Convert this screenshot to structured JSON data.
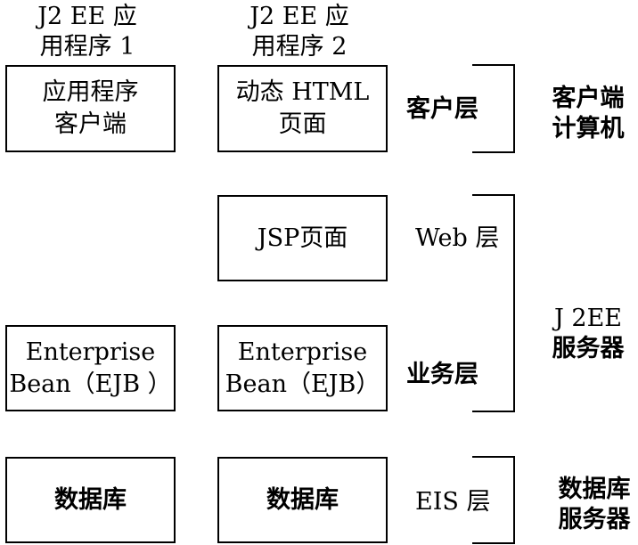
{
  "headers": {
    "app1": {
      "line1": "J2 EE 应",
      "line2": "用程序 1"
    },
    "app2": {
      "line1": "J2 EE 应",
      "line2": "用程序 2"
    }
  },
  "boxes": {
    "client_app": {
      "line1": "应用程序",
      "line2": "客户端"
    },
    "dynamic_html": {
      "line1": "动态 HTML",
      "line2": "页面"
    },
    "jsp_page": {
      "line1": "JSP页面"
    },
    "ejb_left": {
      "line1": "Enterprise",
      "line2": "Bean（EJB ）"
    },
    "ejb_right": {
      "line1": "Enterprise",
      "line2": "Bean（EJB）"
    },
    "db_left": {
      "line1": "数据库"
    },
    "db_right": {
      "line1": "数据库"
    }
  },
  "tiers": {
    "client": "客户层",
    "web": "Web 层",
    "business": "业务层",
    "eis": "EIS 层"
  },
  "machines": {
    "client": {
      "line1": "客户端",
      "line2": "计算机"
    },
    "j2ee": {
      "line1": "J 2EE",
      "line2": "服务器"
    },
    "db": {
      "line1": "数据库",
      "line2": "服务器"
    }
  }
}
